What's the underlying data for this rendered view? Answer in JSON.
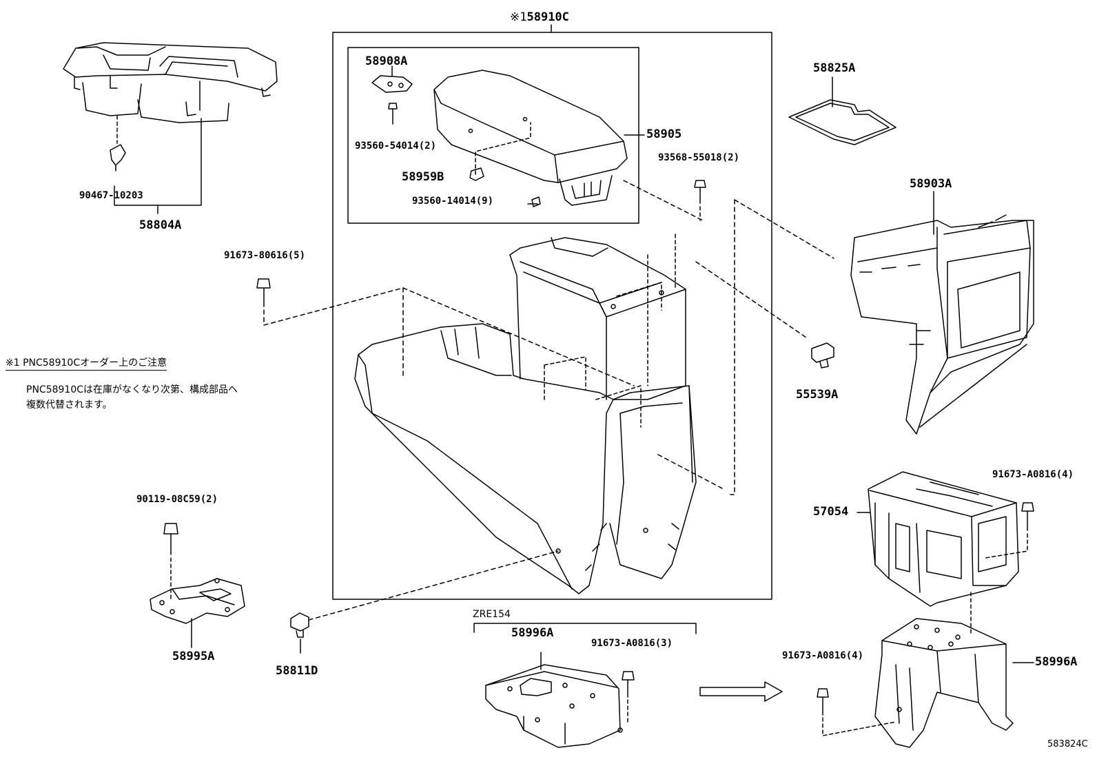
{
  "figure_id": "583824C",
  "assembly": {
    "mark": "※1",
    "part": "58910C"
  },
  "variant_label": "ZRE154",
  "note": {
    "title": "※1 PNC58910Cオーダー上のご注意",
    "line1": "PNC58910Cは在庫がなくなり次第、構成部品へ",
    "line2": "複数代替されます。"
  },
  "parts": {
    "p58908A": "58908A",
    "p58905": "58905",
    "p93560_54014": "93560-54014(2)",
    "p58959B": "58959B",
    "p93560_14014": "93560-14014(9)",
    "p93568_55018": "93568-55018(2)",
    "p58825A": "58825A",
    "p58903A": "58903A",
    "p90467": "90467-10203",
    "p58804A": "58804A",
    "p91673_80616": "91673-80616(5)",
    "p55539A": "55539A",
    "p91673_A0816_4a": "91673-A0816(4)",
    "p57054": "57054",
    "p90119": "90119-08C59(2)",
    "p58995A": "58995A",
    "p58811D": "58811D",
    "p58996A_left": "58996A",
    "p91673_A0816_3": "91673-A0816(3)",
    "p91673_A0816_4b": "91673-A0816(4)",
    "p58996A_right": "58996A"
  }
}
